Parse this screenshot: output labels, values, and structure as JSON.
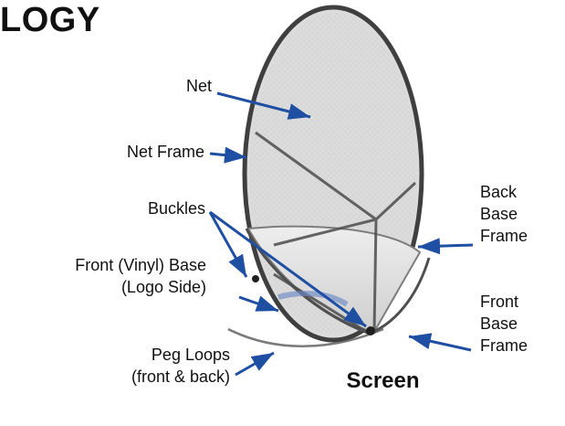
{
  "page": {
    "title_fragment": "LOGY",
    "caption": "Screen"
  },
  "labels": {
    "net": "Net",
    "net_frame": "Net Frame",
    "buckles": "Buckles",
    "front_vinyl_base_line1": "Front (Vinyl) Base",
    "front_vinyl_base_line2": "(Logo Side)",
    "peg_loops_line1": "Peg Loops",
    "peg_loops_line2": "(front & back)",
    "back_base_frame_line1": "Back",
    "back_base_frame_line2": "Base",
    "back_base_frame_line3": "Frame",
    "front_base_frame_line1": "Front",
    "front_base_frame_line2": "Base",
    "front_base_frame_line3": "Frame"
  },
  "colors": {
    "arrow": "#1f4fa3",
    "net_frame": "#4a4a4a",
    "net_fill": "#d9d9d9"
  }
}
